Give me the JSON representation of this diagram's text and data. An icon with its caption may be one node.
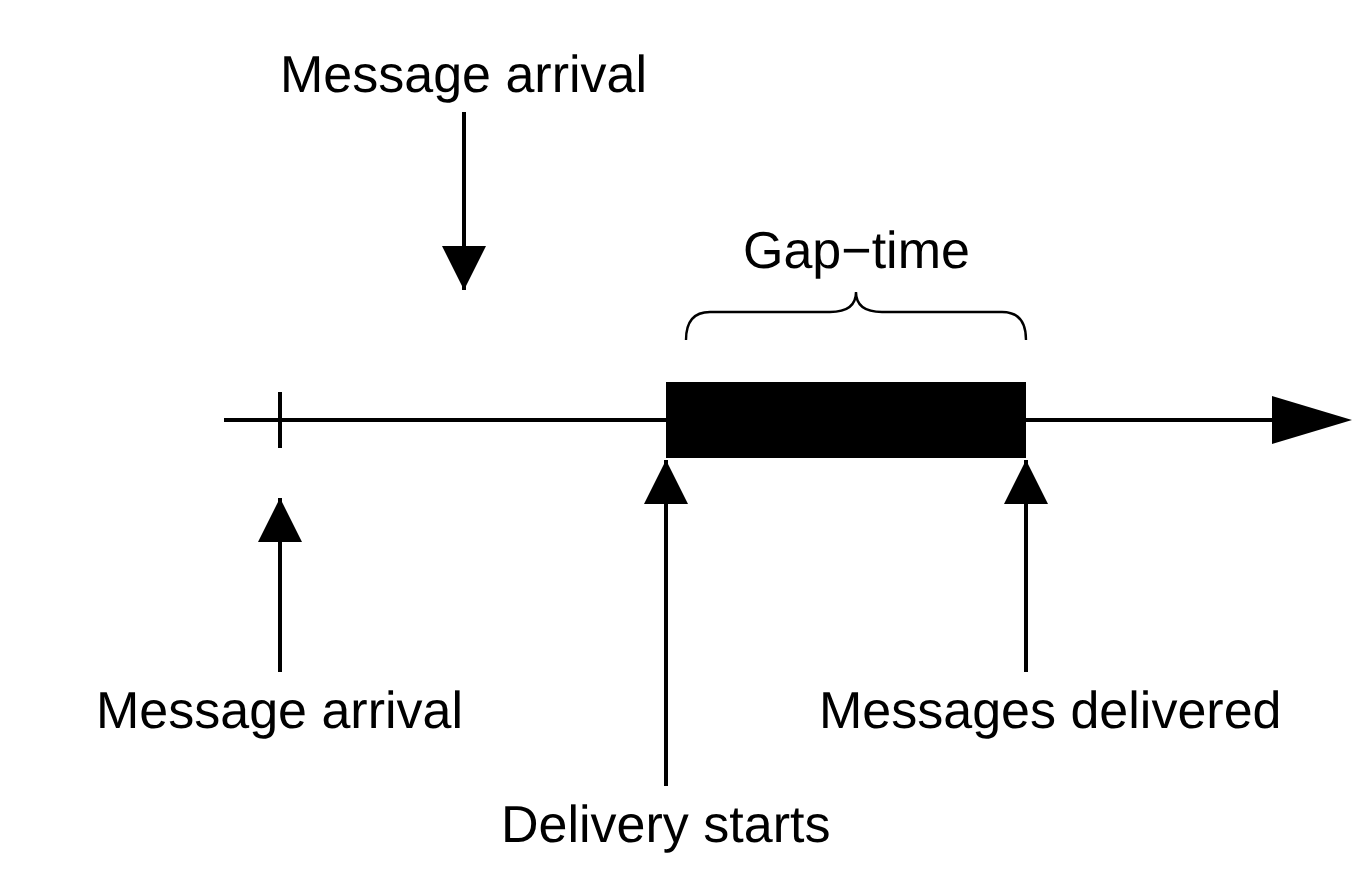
{
  "diagram": {
    "nodes": [
      {
        "text": [
          "Message arrival"
        ]
      },
      {
        "text": [
          "Message arrival"
        ]
      },
      {
        "text": [
          "Delivery starts"
        ]
      },
      {
        "text": [
          "Messages delivered"
        ]
      },
      {
        "text": [],
        "shape": "bar"
      }
    ],
    "edges": [
      {
        "from": 0,
        "to": null,
        "arrow": "to"
      },
      {
        "from": 1,
        "to": null,
        "arrow": "to"
      },
      {
        "from": 2,
        "to": 4,
        "arrow": "to"
      },
      {
        "from": 3,
        "to": 4,
        "arrow": "to"
      }
    ],
    "labels": [
      "Gap−time"
    ]
  }
}
